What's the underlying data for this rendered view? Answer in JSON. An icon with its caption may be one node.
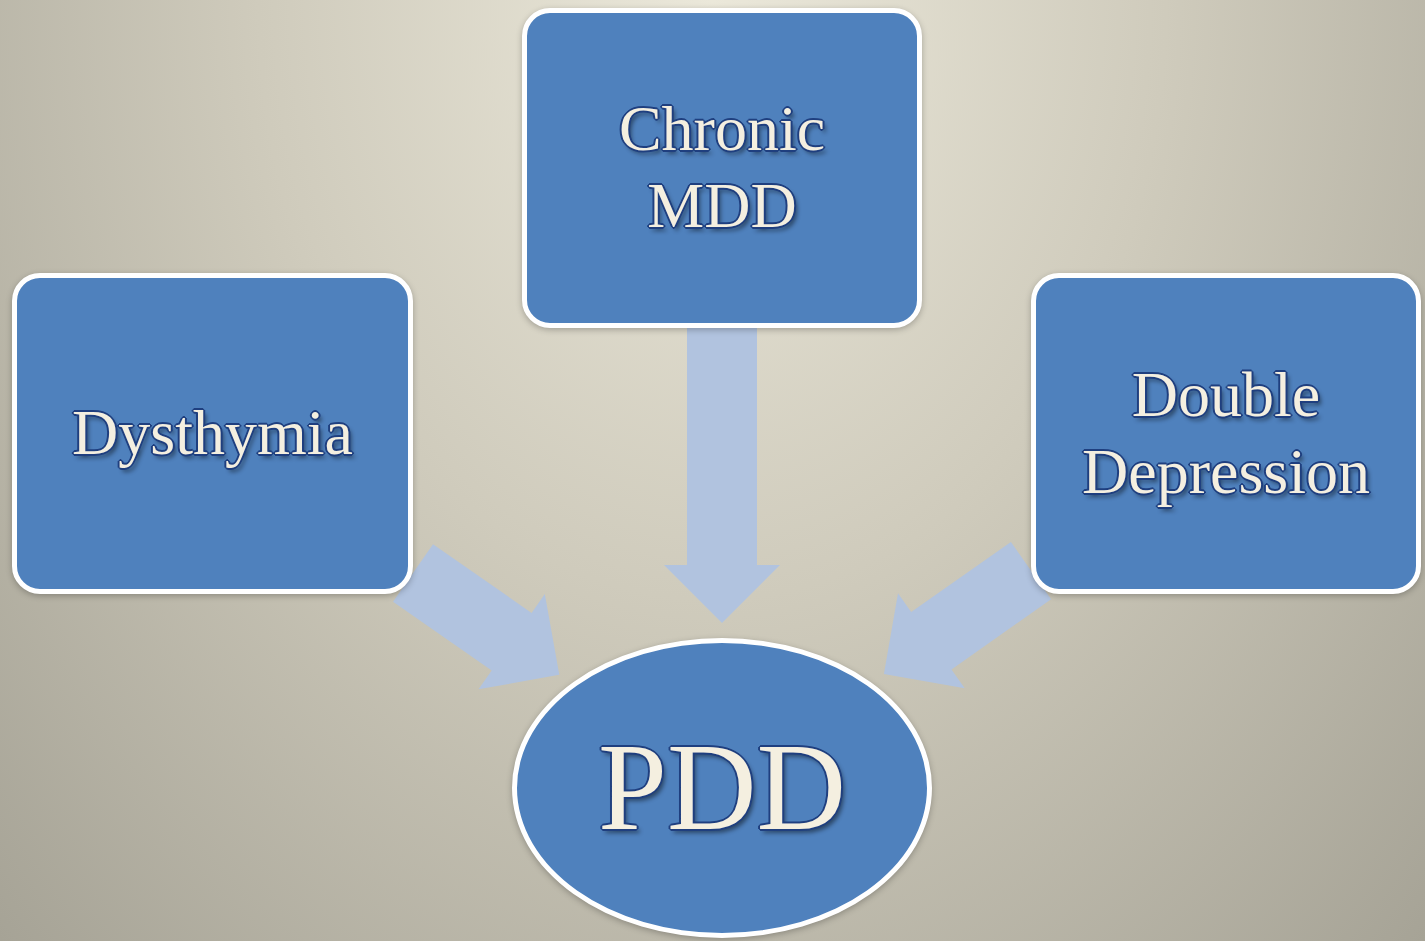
{
  "diagram": {
    "nodes": [
      {
        "text": [
          "Chronic MDD"
        ]
      },
      {
        "text": [
          "Dysthymia"
        ]
      },
      {
        "text": [
          "Double Depression"
        ]
      },
      {
        "text": [
          "PDD"
        ]
      }
    ],
    "edges": [
      {
        "from": 1,
        "to": 3,
        "arrow": "to"
      },
      {
        "from": 0,
        "to": 3,
        "arrow": "to"
      },
      {
        "from": 2,
        "to": 3,
        "arrow": "to"
      }
    ]
  }
}
